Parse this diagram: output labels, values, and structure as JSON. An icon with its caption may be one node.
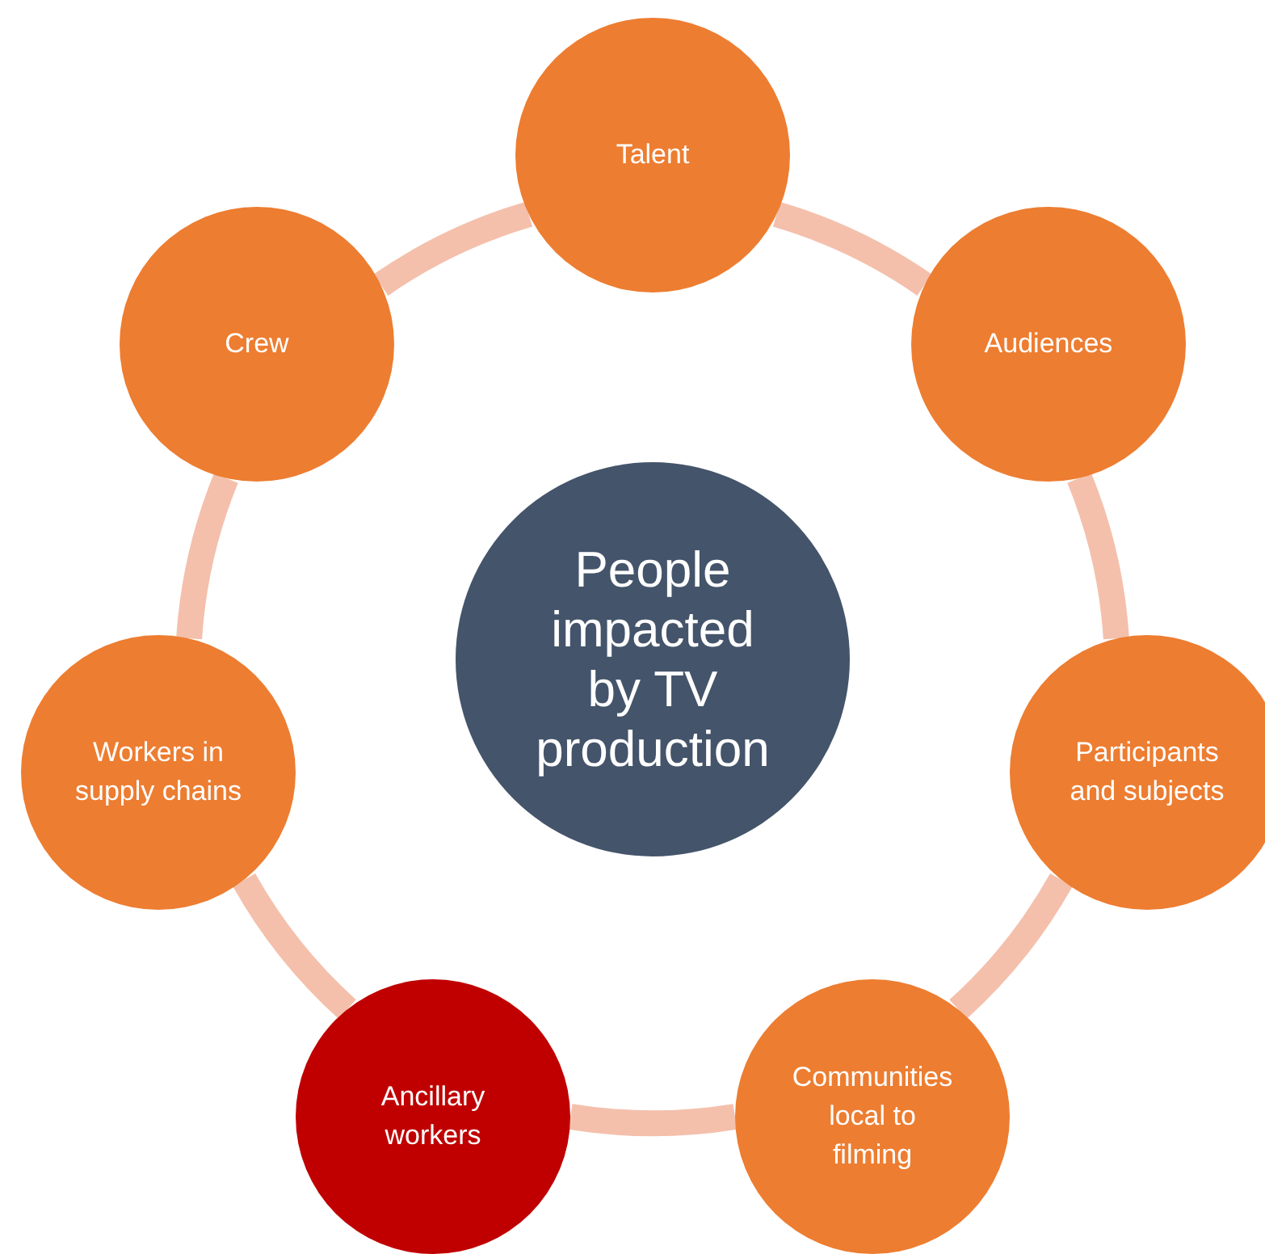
{
  "diagram": {
    "nodes": [
      {
        "text": [
          "People impacted by TV production"
        ]
      },
      {
        "text": [
          "Talent"
        ]
      },
      {
        "text": [
          "Audiences"
        ]
      },
      {
        "text": [
          "Participants and subjects"
        ]
      },
      {
        "text": [
          "Communities local to filming"
        ]
      },
      {
        "text": [
          "Ancillary workers"
        ]
      },
      {
        "text": [
          "Workers in supply chains"
        ]
      },
      {
        "text": [
          "Crew"
        ]
      }
    ],
    "edges": [
      {
        "from": 1,
        "to": 2,
        "arrow": "none"
      },
      {
        "from": 2,
        "to": 3,
        "arrow": "none"
      },
      {
        "from": 3,
        "to": 4,
        "arrow": "none"
      },
      {
        "from": 4,
        "to": 5,
        "arrow": "none"
      },
      {
        "from": 5,
        "to": 6,
        "arrow": "none"
      },
      {
        "from": 6,
        "to": 7,
        "arrow": "none"
      },
      {
        "from": 7,
        "to": 1,
        "arrow": "none"
      }
    ]
  }
}
